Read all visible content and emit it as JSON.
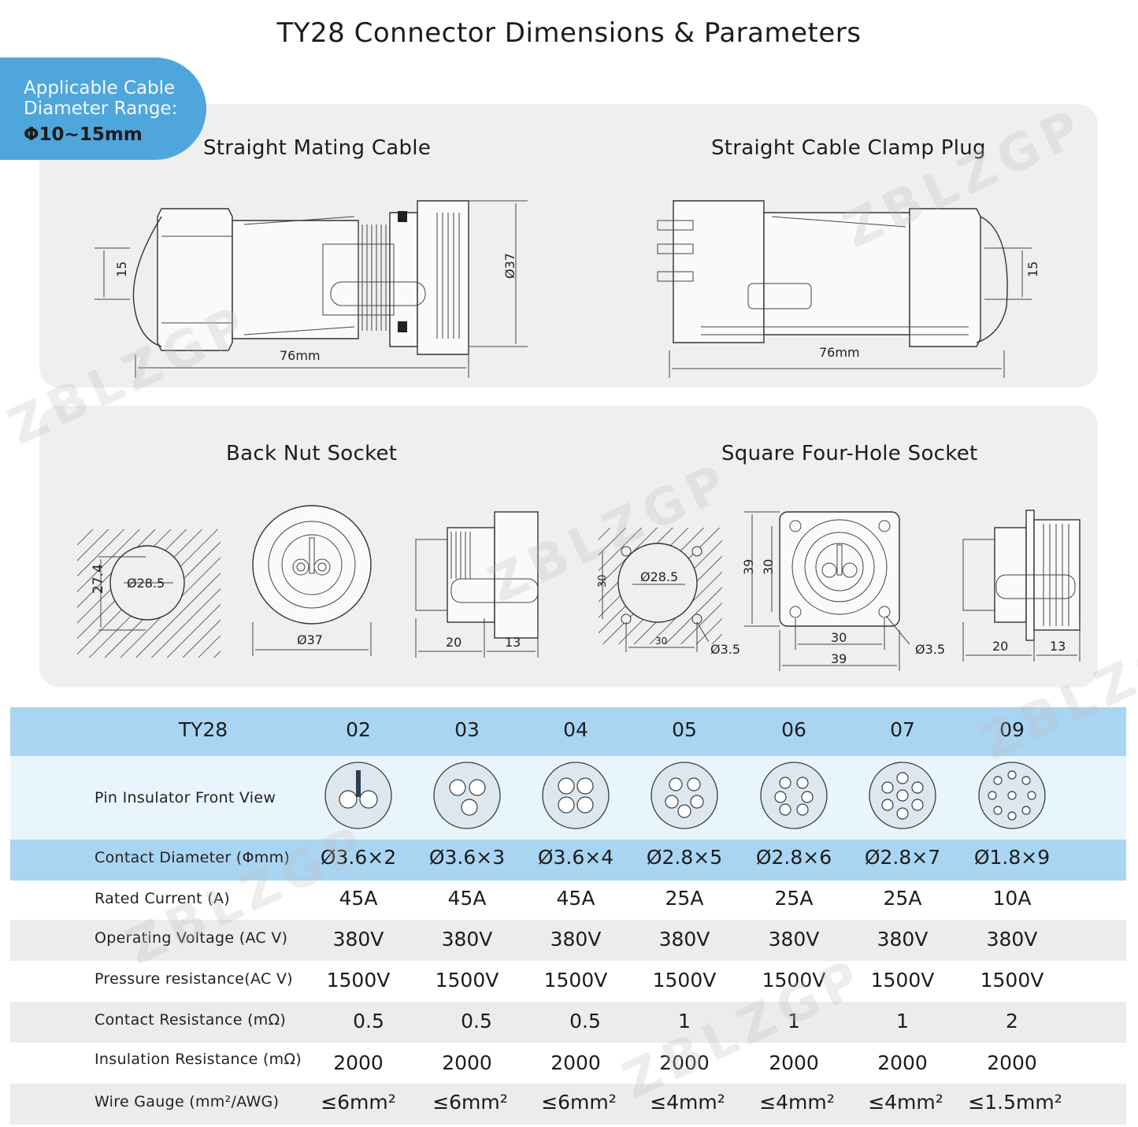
{
  "title": "TY28 Connector Dimensions & Parameters",
  "badge": {
    "line1": "Applicable Cable",
    "line2": "Diameter Range:",
    "value": "Φ10~15mm"
  },
  "panels": {
    "straight_mating_cable": {
      "title": "Straight Mating Cable",
      "length": "76mm",
      "height": "15",
      "diameter": "Ø37"
    },
    "straight_clamp_plug": {
      "title": "Straight Cable Clamp Plug",
      "length": "76mm",
      "height": "15"
    },
    "back_nut_socket": {
      "title": "Back Nut Socket",
      "cutout_d": "Ø28.5",
      "cutout_h": "27.4",
      "face_d": "Ø37",
      "len_a": "20",
      "len_b": "13"
    },
    "square_socket": {
      "title": "Square Four-Hole Socket",
      "cutout_d": "Ø28.5",
      "hole_d": "Ø3.5",
      "side_30": "30",
      "pitch_30": "30",
      "flange_39": "39",
      "inner_30": "30",
      "outer_39": "39",
      "hole_d2": "Ø3.5",
      "len_a": "20",
      "len_b": "13",
      "left_30": "30"
    }
  },
  "table": {
    "header_label": "TY28",
    "models": [
      "02",
      "03",
      "04",
      "05",
      "06",
      "07",
      "09"
    ],
    "pin_row_label": "Pin Insulator Front View",
    "rows": [
      {
        "label": "Contact Diameter (Φmm)",
        "values": [
          "Ø3.6×2",
          "Ø3.6×3",
          "Ø3.6×4",
          "Ø2.8×5",
          "Ø2.8×6",
          "Ø2.8×7",
          "Ø1.8×9"
        ]
      },
      {
        "label": "Rated Current (A)",
        "values": [
          "45A",
          "45A",
          "45A",
          "25A",
          "25A",
          "25A",
          "10A"
        ]
      },
      {
        "label": "Operating Voltage (AC V)",
        "values": [
          "380V",
          "380V",
          "380V",
          "380V",
          "380V",
          "380V",
          "380V"
        ]
      },
      {
        "label": "Pressure resistance(AC V)",
        "values": [
          "1500V",
          "1500V",
          "1500V",
          "1500V",
          "1500V",
          "1500V",
          "1500V"
        ]
      },
      {
        "label": "Contact Resistance (mΩ)",
        "values": [
          "0.5",
          "0.5",
          "0.5",
          "1",
          "1",
          "1",
          "2"
        ]
      },
      {
        "label": "Insulation Resistance (mΩ)",
        "values": [
          "2000",
          "2000",
          "2000",
          "2000",
          "2000",
          "2000",
          "2000"
        ]
      },
      {
        "label": "Wire Gauge (mm²/AWG)",
        "values": [
          "≤6mm²",
          "≤6mm²",
          "≤6mm²",
          "≤4mm²",
          "≤4mm²",
          "≤4mm²",
          "≤1.5mm²"
        ]
      }
    ]
  },
  "watermark": "ZBLZGP",
  "colors": {
    "accent": "#4fa6dc",
    "header_band": "#a9d5f2",
    "row_band": "#e9f5fd",
    "stripe": "#ececec",
    "panel": "#efefef"
  }
}
